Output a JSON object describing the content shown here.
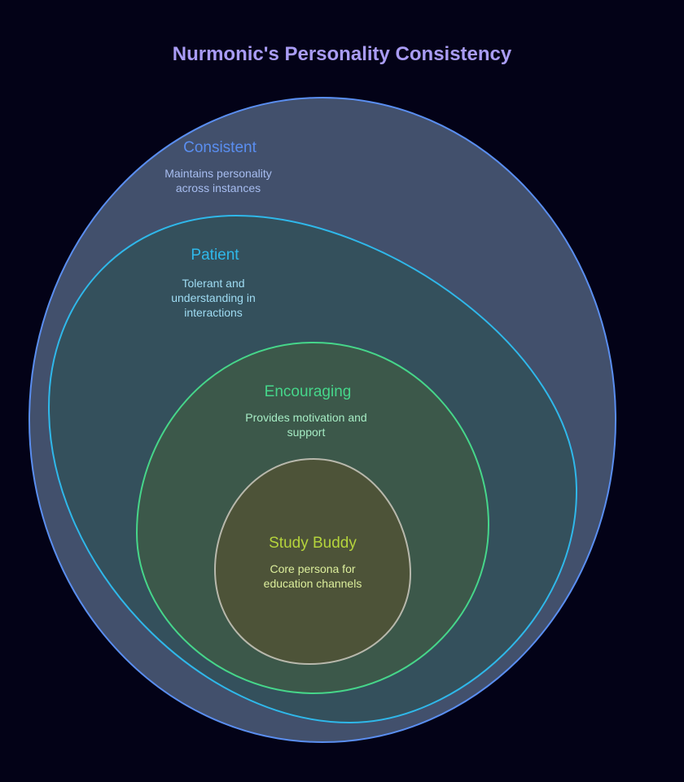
{
  "title": "Nurmonic's Personality Consistency",
  "colors": {
    "background": "#030217",
    "title": "#a99cf4"
  },
  "layers": [
    {
      "name": "Consistent",
      "description_lines": [
        "Maintains personality",
        "across instances"
      ],
      "stroke": "#5a8ef0",
      "fill": "#42506c",
      "title_color": "#5a8ef0",
      "desc_color": "#a7bdf0"
    },
    {
      "name": "Patient",
      "description_lines": [
        "Tolerant and",
        "understanding in",
        "interactions"
      ],
      "stroke": "#2fb8ea",
      "fill": "#34505c",
      "title_color": "#2fb8ea",
      "desc_color": "#9fdcf3"
    },
    {
      "name": "Encouraging",
      "description_lines": [
        "Provides motivation and",
        "support"
      ],
      "stroke": "#46d68a",
      "fill": "#3c584a",
      "title_color": "#46d68a",
      "desc_color": "#a6ecc4"
    },
    {
      "name": "Study Buddy",
      "description_lines": [
        "Core persona for",
        "education channels"
      ],
      "stroke": "#b8b8ac",
      "fill": "#4d5338",
      "title_color": "#b5d43c",
      "desc_color": "#dcee9c"
    }
  ]
}
